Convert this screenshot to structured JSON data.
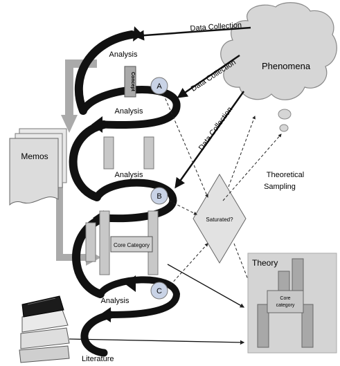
{
  "labels": {
    "data_collection": "Data Collection",
    "analysis": "Analysis",
    "phenomena": "Phenomena",
    "concept": "Concept",
    "memos": "Memos",
    "theoretical_sampling_1": "Theoretical",
    "theoretical_sampling_2": "Sampling",
    "saturated": "Saturated?",
    "core_category": "Core Category",
    "theory": "Theory",
    "core_category_small_1": "Core",
    "core_category_small_2": "category",
    "literature": "Literature"
  },
  "stages": [
    "A",
    "B",
    "C"
  ],
  "colors": {
    "arrow_black": "#111111",
    "light_gray": "#c8c8c8",
    "mid_gray": "#a8a8a8",
    "theory_bg": "#d4d4d4",
    "stage_circle": "#c9d3e6"
  }
}
